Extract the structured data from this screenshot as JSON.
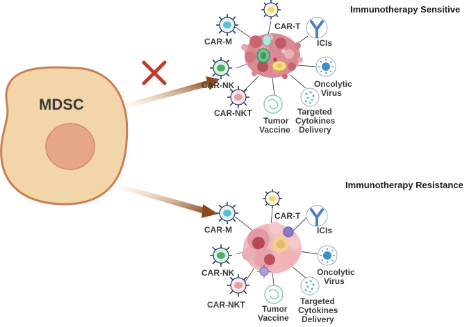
{
  "mdsc": {
    "label": "MDSC"
  },
  "panels": [
    {
      "heading": "Immunotherapy Sensitive",
      "labels": {
        "car_m": "CAR-M",
        "car_t": "CAR-T",
        "icis": "ICIs",
        "car_nk": "CAR-NK",
        "oncolytic": [
          "Oncolytic",
          "Virus"
        ],
        "car_nkt": "CAR-NKT",
        "tumor_vaccine": [
          "Tumor",
          "Vaccine"
        ],
        "cytokines": [
          "Targeted",
          "Cytokines",
          "Delivery"
        ]
      },
      "blocked": true
    },
    {
      "heading": "Immunotherapy Resistance",
      "labels": {
        "car_m": "CAR-M",
        "car_t": "CAR-T",
        "icis": "ICIs",
        "car_nk": "CAR-NK",
        "oncolytic": [
          "Oncolytic",
          "Virus"
        ],
        "car_nkt": "CAR-NKT",
        "tumor_vaccine": [
          "Tumor",
          "Vaccine"
        ],
        "cytokines": [
          "Targeted",
          "Cytokines",
          "Delivery"
        ]
      },
      "blocked": false
    }
  ],
  "colors": {
    "mdsc_fill": "#f3d5aa",
    "mdsc_stroke": "#c97e4f",
    "nucleus": "#e7a784",
    "arrow": "#8b4a1e",
    "block_x": "#c0392b",
    "car_m": "#5fbcd3",
    "car_t": "#f0d478",
    "car_nk": "#4caf6a",
    "car_nkt": "#e8a0a8",
    "receptor": "#2c3e66",
    "antibody": "#4a7fc1",
    "virus": "#3d8fc4",
    "vaccine": "#7fcfb4",
    "cytokine": "#6ab0d8"
  }
}
